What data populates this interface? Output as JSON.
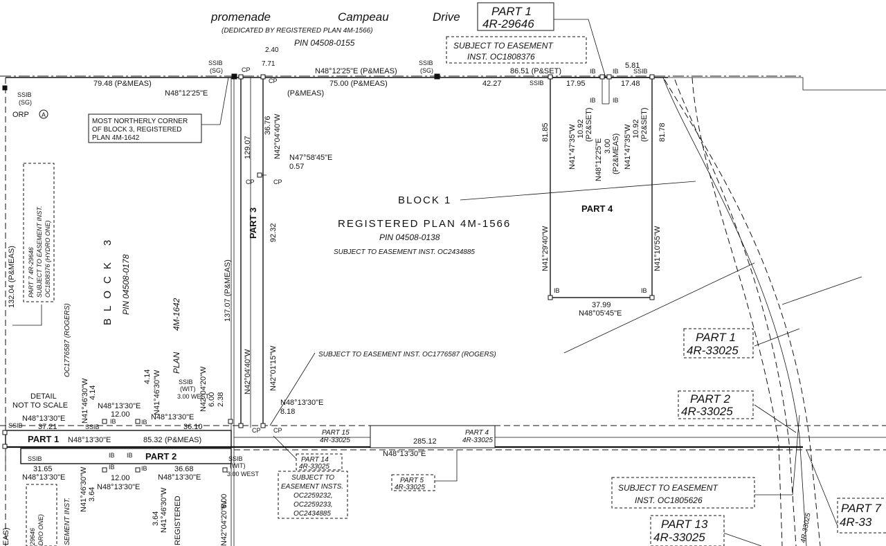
{
  "labels": {
    "road": [
      "promenade",
      "Campeau",
      "Drive"
    ],
    "dedicated": "(DEDICATED BY REGISTERED PLAN 4M-1566)",
    "pin_top": "PIN 04508-0155",
    "part1_top_a": "PART 1",
    "part1_top_b": "4R-29646",
    "subject_easement_top_a": "SUBJECT TO EASEMENT",
    "subject_easement_top_b": "INST. OC1808376",
    "d_240": "2.40",
    "d_771": "7.71",
    "ssib_sg_a": "SSIB",
    "ssib_sg_b": "(SG)",
    "cp": "CP",
    "ib": "IB",
    "ssib": "SSIB",
    "brg_top": "N48°12'25\"E (P&MEAS)",
    "d_8651": "86.51 (P&SET)",
    "d_581": "5.81",
    "d_7948": "79.48 (P&MEAS)",
    "brg_top_left": "N48°12'25\"E",
    "d_7500": "75.00 (P&MEAS)",
    "pmeas": "(P&MEAS)",
    "d_4227": "42.27",
    "d_1795": "17.95",
    "d_1748": "17.48",
    "orp": "ORP",
    "orp_a": "A",
    "most_northerly": [
      "MOST NORTHERLY CORNER",
      "OF BLOCK 3, REGISTERED",
      "PLAN 4M-1642"
    ],
    "d_3676": "36.76",
    "brg_n42_a": "N42°04'40\"W",
    "d_12907": "129.07",
    "brg_n47": "N47°58'45\"E",
    "d_057": "0.57",
    "d_8185": "81.85",
    "brg_n41_4735a": "N41°47'35\"W",
    "d_1092a": "10.92",
    "p2set_a": "(P2&SET)",
    "brg_n48_1225": "N48°12'25\"E",
    "d_300": "3.00",
    "p2meas": "(P2&MEAS)",
    "brg_n41_4735b": "N41°47'35\"W",
    "d_1092b": "10.92",
    "p2set_b": "(P2&SET)",
    "d_8178": "81.78",
    "block1": "BLOCK 1",
    "reg_plan_1566": "REGISTERED PLAN 4M-1566",
    "pin_0138": "PIN 04508-0138",
    "subj_2434885": "SUBJECT TO EASEMENT INST. OC2434885",
    "part4": "PART 4",
    "part3": "PART 3",
    "d_9232": "92.32",
    "brg_n41_2940": "N41°29'40\"W",
    "brg_n41_1055": "N41°10'55\"W",
    "d_3799": "37.99",
    "brg_n48_0545": "N48°05'45\"E",
    "block3_pin": "PIN 04508-0178",
    "block3_word": "BLOCK 3",
    "plan_word": "PLAN",
    "plan_num": "4M-1642",
    "d_13204": "132.04 (P&MEAS)",
    "part7_box": [
      "PART 7 4R-29646",
      "SUBJECT TO EASEMENT INST.",
      "OC1808376 (HYDRO ONE)"
    ],
    "rogers_left": "OC1776587 (ROGERS)",
    "d_13707": "137.07 (P&MEAS)",
    "brg_n42_a2": "N42°04'40\"W",
    "brg_n42_0115": "N42°01'15\"W",
    "subj_rogers": "SUBJECT TO EASEMENT INST. OC1776587 (ROGERS)",
    "part1_r_a": "PART 1",
    "part1_r_b": "4R-33025",
    "part2_r_a": "PART 2",
    "part2_r_b": "4R-33025",
    "detail_a": "DETAIL",
    "detail_b": "NOT TO SCALE",
    "brg_n48_1330": "N48°13'30\"E",
    "d_3721": "37.21",
    "brg_n41_4630": "N41°46'30\"W",
    "d_414": "4.14",
    "d_1200": "12.00",
    "brg_n42_0420": "N42°04'20\"W",
    "ssib_wit": "SSIB",
    "wit": "(WIT)",
    "west300": "3.00 WEST",
    "d_600": "6.00",
    "d_238": "2.38",
    "part1_d": "PART 1",
    "d_8532": "85.32",
    "d_3610": "36.10",
    "d_818": "8.18",
    "part15_a": "PART 15",
    "part15_b": "4R-33025",
    "part4_r_a": "PART 4",
    "part4_r_b": "4R-33025",
    "d_28512": "285.12",
    "part2_d": "PART 2",
    "d_3165": "31.65",
    "d_3668": "36.68",
    "d_364": "3.64",
    "part14_a": "PART 14",
    "part14_b": "4R-33025",
    "subj_insts": [
      "SUBJECT TO",
      "EASEMENT INSTS.",
      "OC2259232,",
      "OC2259233,",
      "OC2434885"
    ],
    "part5_a": "PART 5",
    "part5_b": "4R-33025",
    "subj_1805626_a": "SUBJECT TO EASEMENT",
    "subj_1805626_b": "INST. OC1805626",
    "part13_a": "PART 13",
    "part13_b": "4R-33025",
    "part7_r_a": "PART 7",
    "part7_r_b": "4R-33",
    "r_33025_vert": "4R-33025",
    "cut_29646": "29646",
    "cut_hydro": "DRO ONE)",
    "cut_inst": "SEMENT INST.",
    "cut_4146": "N41°46'30\"W",
    "cut_364": "3.64",
    "cut_reg": "REGISTERED",
    "cut_4204": "N42°04'20\"W",
    "cut_eas": "EAS)"
  }
}
